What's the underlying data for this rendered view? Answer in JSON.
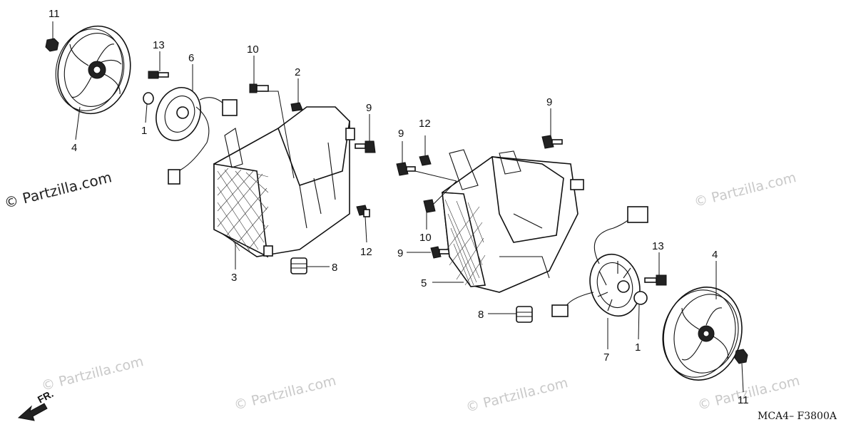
{
  "callouts": {
    "left": {
      "c11": "11",
      "c13": "13",
      "c6": "6",
      "c10": "10",
      "c2": "2",
      "c1": "1",
      "c4": "4",
      "c9": "9",
      "c12": "12",
      "c3": "3",
      "c8": "8"
    },
    "right": {
      "c9a": "9",
      "c9b": "9",
      "c12": "12",
      "c10": "10",
      "c9c": "9",
      "c5": "5",
      "c8": "8",
      "c7": "7",
      "c1": "1",
      "c13": "13",
      "c4": "4",
      "c11": "11"
    }
  },
  "watermarks": {
    "main": "© Partzilla.com",
    "faded": "© Partzilla.com"
  },
  "direction_label": "FR.",
  "diagram_code": "MCA4– F3800A",
  "colors": {
    "line": "#111111",
    "watermark": "#c9c9c9",
    "background": "#ffffff"
  }
}
